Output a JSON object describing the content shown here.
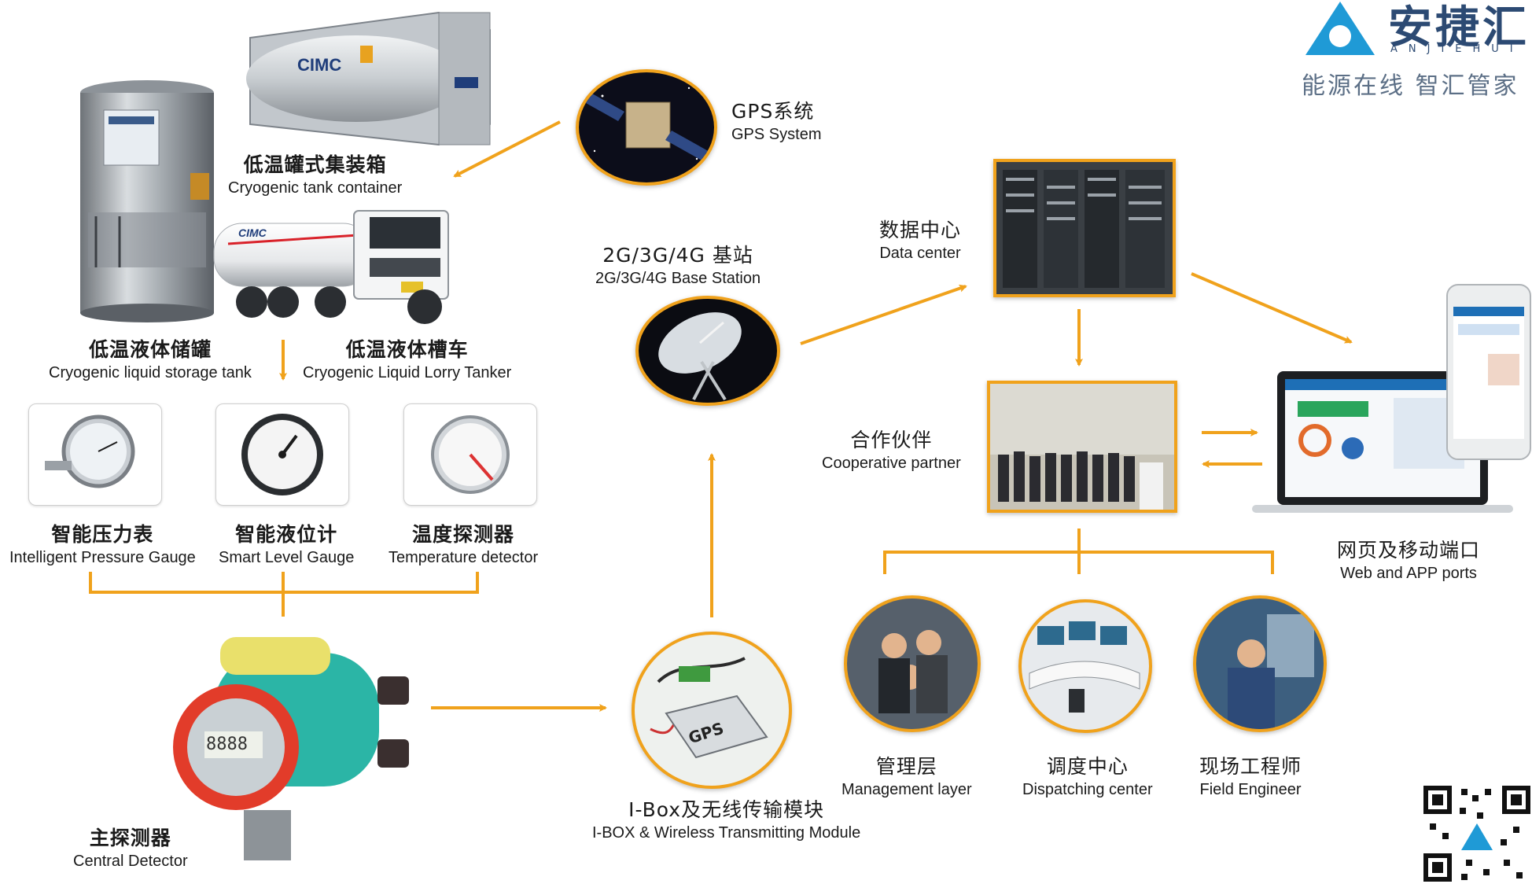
{
  "colors": {
    "accent": "#f0a21c",
    "logo": "#2c4a73",
    "logo_blue": "#1f9ad6"
  },
  "logo": {
    "wordmark": "安捷汇",
    "sub": "ANJIEHUI",
    "slogan": "能源在线 智汇管家"
  },
  "nodes": {
    "gps": {
      "zh": "GPS系统",
      "en": "GPS System"
    },
    "tank_container": {
      "zh": "低温罐式集装箱",
      "en": "Cryogenic tank container",
      "brand": "CIMC"
    },
    "storage_tank": {
      "zh": "低温液体储罐",
      "en": "Cryogenic liquid storage tank"
    },
    "lorry_tanker": {
      "zh": "低温液体槽车",
      "en": "Cryogenic Liquid Lorry Tanker",
      "brand": "CIMC"
    },
    "base_station": {
      "zh": "2G/3G/4G 基站",
      "en": "2G/3G/4G Base Station"
    },
    "data_center": {
      "zh": "数据中心",
      "en": "Data center"
    },
    "partner": {
      "zh": "合作伙伴",
      "en": "Cooperative partner"
    },
    "web_app": {
      "zh": "网页及移动端口",
      "en": "Web and APP ports"
    },
    "pressure_gauge": {
      "zh": "智能压力表",
      "en": "Intelligent Pressure Gauge"
    },
    "level_gauge": {
      "zh": "智能液位计",
      "en": "Smart Level Gauge"
    },
    "temp_detector": {
      "zh": "温度探测器",
      "en": "Temperature detector"
    },
    "central_detector": {
      "zh": "主探测器",
      "en": "Central Detector",
      "display": "8888"
    },
    "ibox": {
      "zh": "I-Box及无线传输模块",
      "en": "I-BOX & Wireless Transmitting Module",
      "tag": "GPS"
    },
    "management": {
      "zh": "管理层",
      "en": "Management layer"
    },
    "dispatching": {
      "zh": "调度中心",
      "en": "Dispatching center"
    },
    "field_engineer": {
      "zh": "现场工程师",
      "en": "Field Engineer"
    }
  }
}
